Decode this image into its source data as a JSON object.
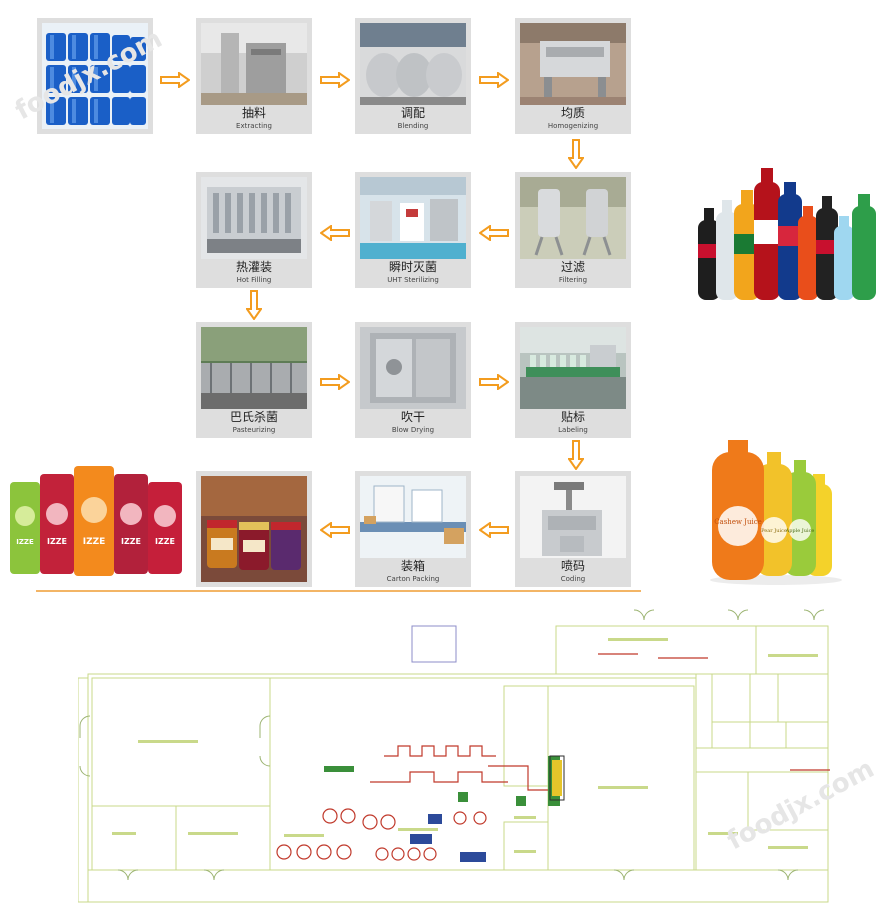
{
  "steps": [
    {
      "zh": "",
      "en": ""
    },
    {
      "zh": "抽料",
      "en": "Extracting"
    },
    {
      "zh": "调配",
      "en": "Blending"
    },
    {
      "zh": "均质",
      "en": "Homogenizing"
    },
    {
      "zh": "过滤",
      "en": "Filtering"
    },
    {
      "zh": "瞬时灭菌",
      "en": "UHT Sterilizing"
    },
    {
      "zh": "热灌装",
      "en": "Hot Filling"
    },
    {
      "zh": "巴氏杀菌",
      "en": "Pasteurizing"
    },
    {
      "zh": "吹干",
      "en": "Blow Drying"
    },
    {
      "zh": "贴标",
      "en": "Labeling"
    },
    {
      "zh": "喷码",
      "en": "Coding"
    },
    {
      "zh": "装箱",
      "en": "Carton Packing"
    },
    {
      "zh": "",
      "en": ""
    }
  ],
  "products": {
    "can_brand": "IZZE",
    "juice_label": "Cashew Juice",
    "pear_label": "Pear Juice",
    "apple_label": "Apple Juice"
  },
  "watermark": "foodjx.com",
  "colors": {
    "arrow": "#f39c1f",
    "panel": "#dedede",
    "divider": "#f3b566",
    "plan_line": "#c9d98a",
    "plan_red": "#c0392b"
  }
}
